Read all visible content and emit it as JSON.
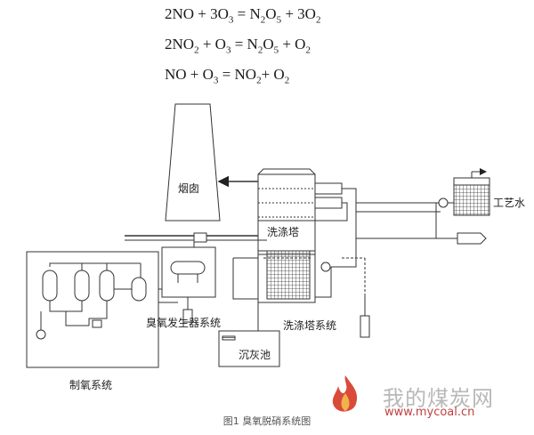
{
  "equations": [
    {
      "parts": [
        "2NO + 3O",
        "3",
        " = N",
        "2",
        "O",
        "5",
        " + 3O",
        "2"
      ]
    },
    {
      "parts": [
        "2NO",
        "2",
        " + O",
        "3",
        " = N",
        "2",
        "O",
        "5",
        " + O",
        "2"
      ]
    },
    {
      "parts": [
        "NO + O",
        "3",
        " = NO",
        "2",
        "+ O",
        "2"
      ]
    }
  ],
  "labels": {
    "chimney": "烟囱",
    "scrubber_tower": "洗涤塔",
    "process_water": "工艺水",
    "ozone_generator_system": "臭氧发生器系统",
    "scrubber_system": "洗涤塔系统",
    "settling_tank": "沉灰池",
    "oxygen_system": "制氧系统"
  },
  "caption": "图1 臭氧脱硝系统图",
  "watermark": {
    "text": "我的煤炭网",
    "url": "www.mycoal.cn"
  }
}
